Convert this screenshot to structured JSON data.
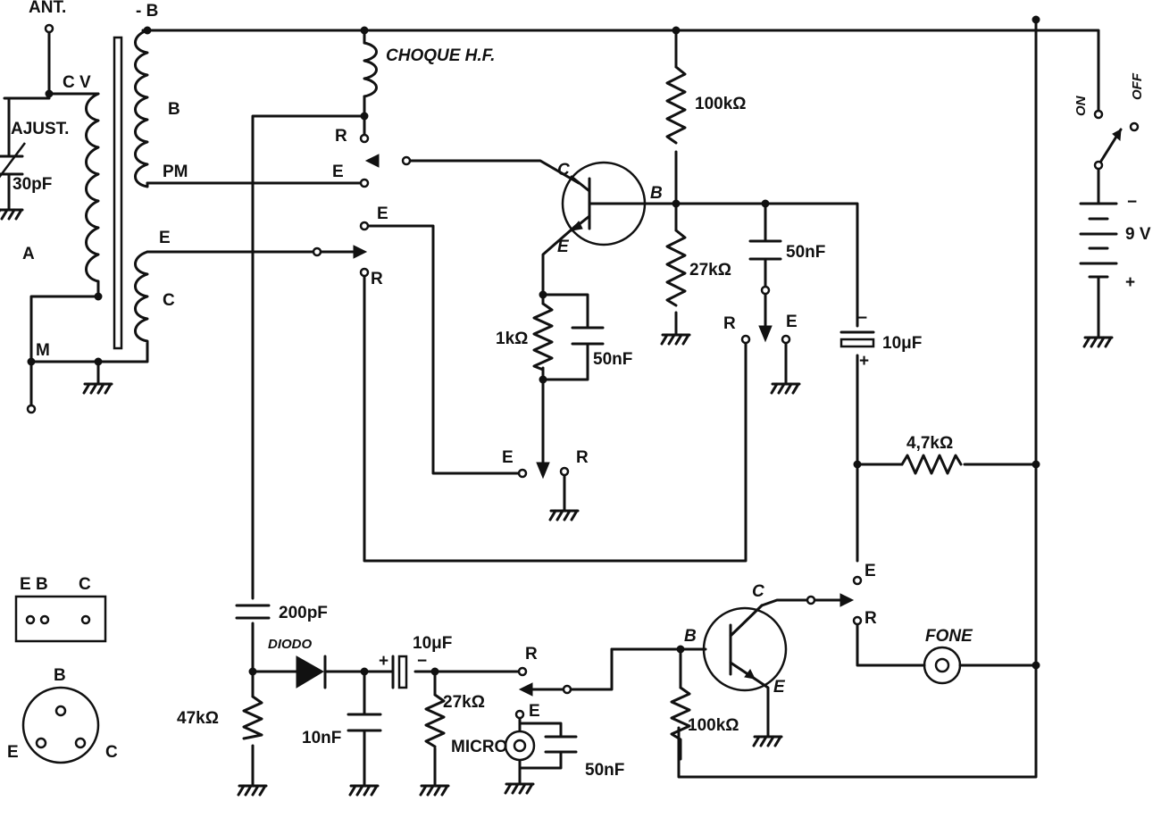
{
  "labels": {
    "ant": "ANT.",
    "minus_b": "- B",
    "cv": "C V",
    "ajust": "AJUST.",
    "cap_30pf": "30pF",
    "coil_a": "A",
    "coil_b": "B",
    "coil_c": "C",
    "pm": "PM",
    "e_coil": "E",
    "m": "M",
    "choque": "CHOQUE H.F.",
    "sw_r1": "R",
    "sw_e1": "E",
    "sw_e2": "E",
    "sw_r2": "R",
    "q1_c": "C",
    "q1_b": "B",
    "q1_e": "E",
    "r_100k_top": "100kΩ",
    "r_27k_top": "27kΩ",
    "c_50nf_top": "50nF",
    "r_1k": "1kΩ",
    "c_50nf_mid": "50nF",
    "sw_r3": "R",
    "sw_e3": "E",
    "sw_e4": "E",
    "sw_r4": "R",
    "cap_10uf_top": "10μF",
    "minus_10uf": "−",
    "plus_10uf": "+",
    "on": "ON",
    "off": "OFF",
    "batt_minus": "−",
    "batt_9v": "9 V",
    "batt_plus": "+",
    "r_4k7": "4,7kΩ",
    "sw_e5": "E",
    "sw_r5": "R",
    "q2_c": "C",
    "q2_b": "B",
    "q2_e": "E",
    "fone": "FONE",
    "c_200pf": "200pF",
    "diodo": "DIODO",
    "c_10uf_bot": "10μF",
    "plus_bot": "+",
    "minus_bot": "−",
    "sw_r6": "R",
    "r_47k": "47kΩ",
    "c_10nf": "10nF",
    "r_27k_bot": "27kΩ",
    "micro": "MICRO",
    "micro_e": "E",
    "c_50nf_bot": "50nF",
    "r_100k_bot": "100kΩ",
    "pin_e_top": "E",
    "pin_b_top": "B",
    "pin_c_top": "C",
    "pin_b_circ": "B",
    "pin_e_circ": "E",
    "pin_c_circ": "C"
  }
}
